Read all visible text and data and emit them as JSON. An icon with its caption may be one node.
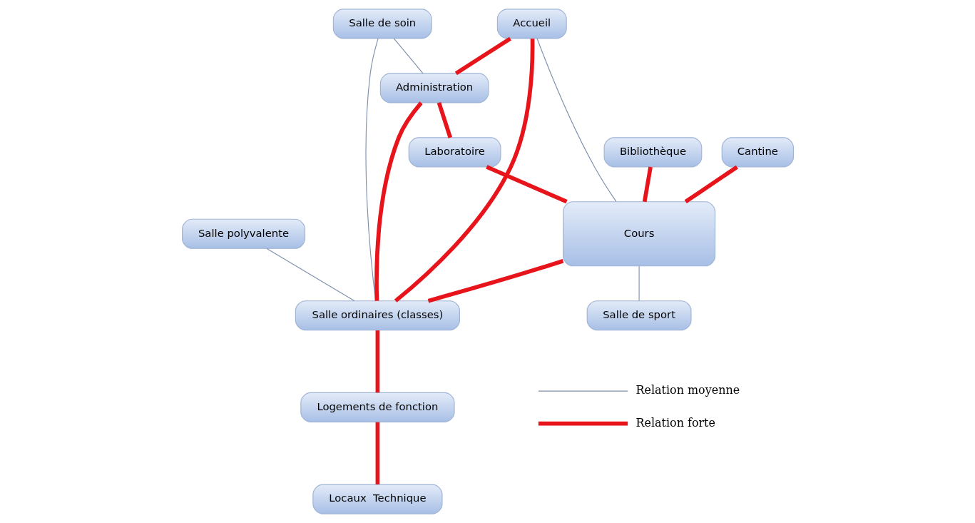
{
  "diagram": {
    "nodes": [
      {
        "text": [
          "Accueil"
        ]
      },
      {
        "text": [
          "Salle de soin"
        ]
      },
      {
        "text": [
          "Administration"
        ]
      },
      {
        "text": [
          "Salle polyvalente"
        ]
      },
      {
        "text": [
          "Salle ordinaires (classes)"
        ]
      },
      {
        "text": [
          "Laboratoire"
        ]
      },
      {
        "text": [
          "Cours"
        ]
      },
      {
        "text": [
          "Logements de fonction"
        ]
      },
      {
        "text": [
          "Bibliothèque"
        ]
      },
      {
        "text": [
          "Locaux  Technique"
        ]
      },
      {
        "text": [
          "Cantine"
        ]
      },
      {
        "text": [
          "Salle de sport"
        ]
      }
    ],
    "edges": [
      {
        "from": 0,
        "to": 2,
        "arrow": "none"
      },
      {
        "from": 0,
        "to": 4,
        "arrow": "none"
      },
      {
        "from": 0,
        "to": 6,
        "arrow": "none",
        "color": "#7d90ad"
      },
      {
        "from": 1,
        "to": 2,
        "arrow": "none",
        "color": "#7d90ad"
      },
      {
        "from": 1,
        "to": 4,
        "arrow": "none",
        "color": "#7d90ad"
      },
      {
        "from": 2,
        "to": 5,
        "arrow": "none"
      },
      {
        "from": 2,
        "to": 4,
        "arrow": "none"
      },
      {
        "from": 3,
        "to": 4,
        "arrow": "none",
        "color": "#7d90ad"
      },
      {
        "from": 6,
        "to": 4,
        "arrow": "none"
      },
      {
        "from": 5,
        "to": 6,
        "arrow": "none"
      },
      {
        "from": 4,
        "to": 7,
        "arrow": "none"
      },
      {
        "from": 8,
        "to": 6,
        "arrow": "none"
      },
      {
        "from": 7,
        "to": 9,
        "arrow": "none"
      },
      {
        "from": 10,
        "to": 6,
        "arrow": "none"
      },
      {
        "from": 6,
        "to": 11,
        "arrow": "none",
        "color": "#7d90ad"
      }
    ],
    "legend": [
      {
        "text": "Relation moyenne"
      },
      {
        "text": "Relation forte"
      }
    ]
  }
}
